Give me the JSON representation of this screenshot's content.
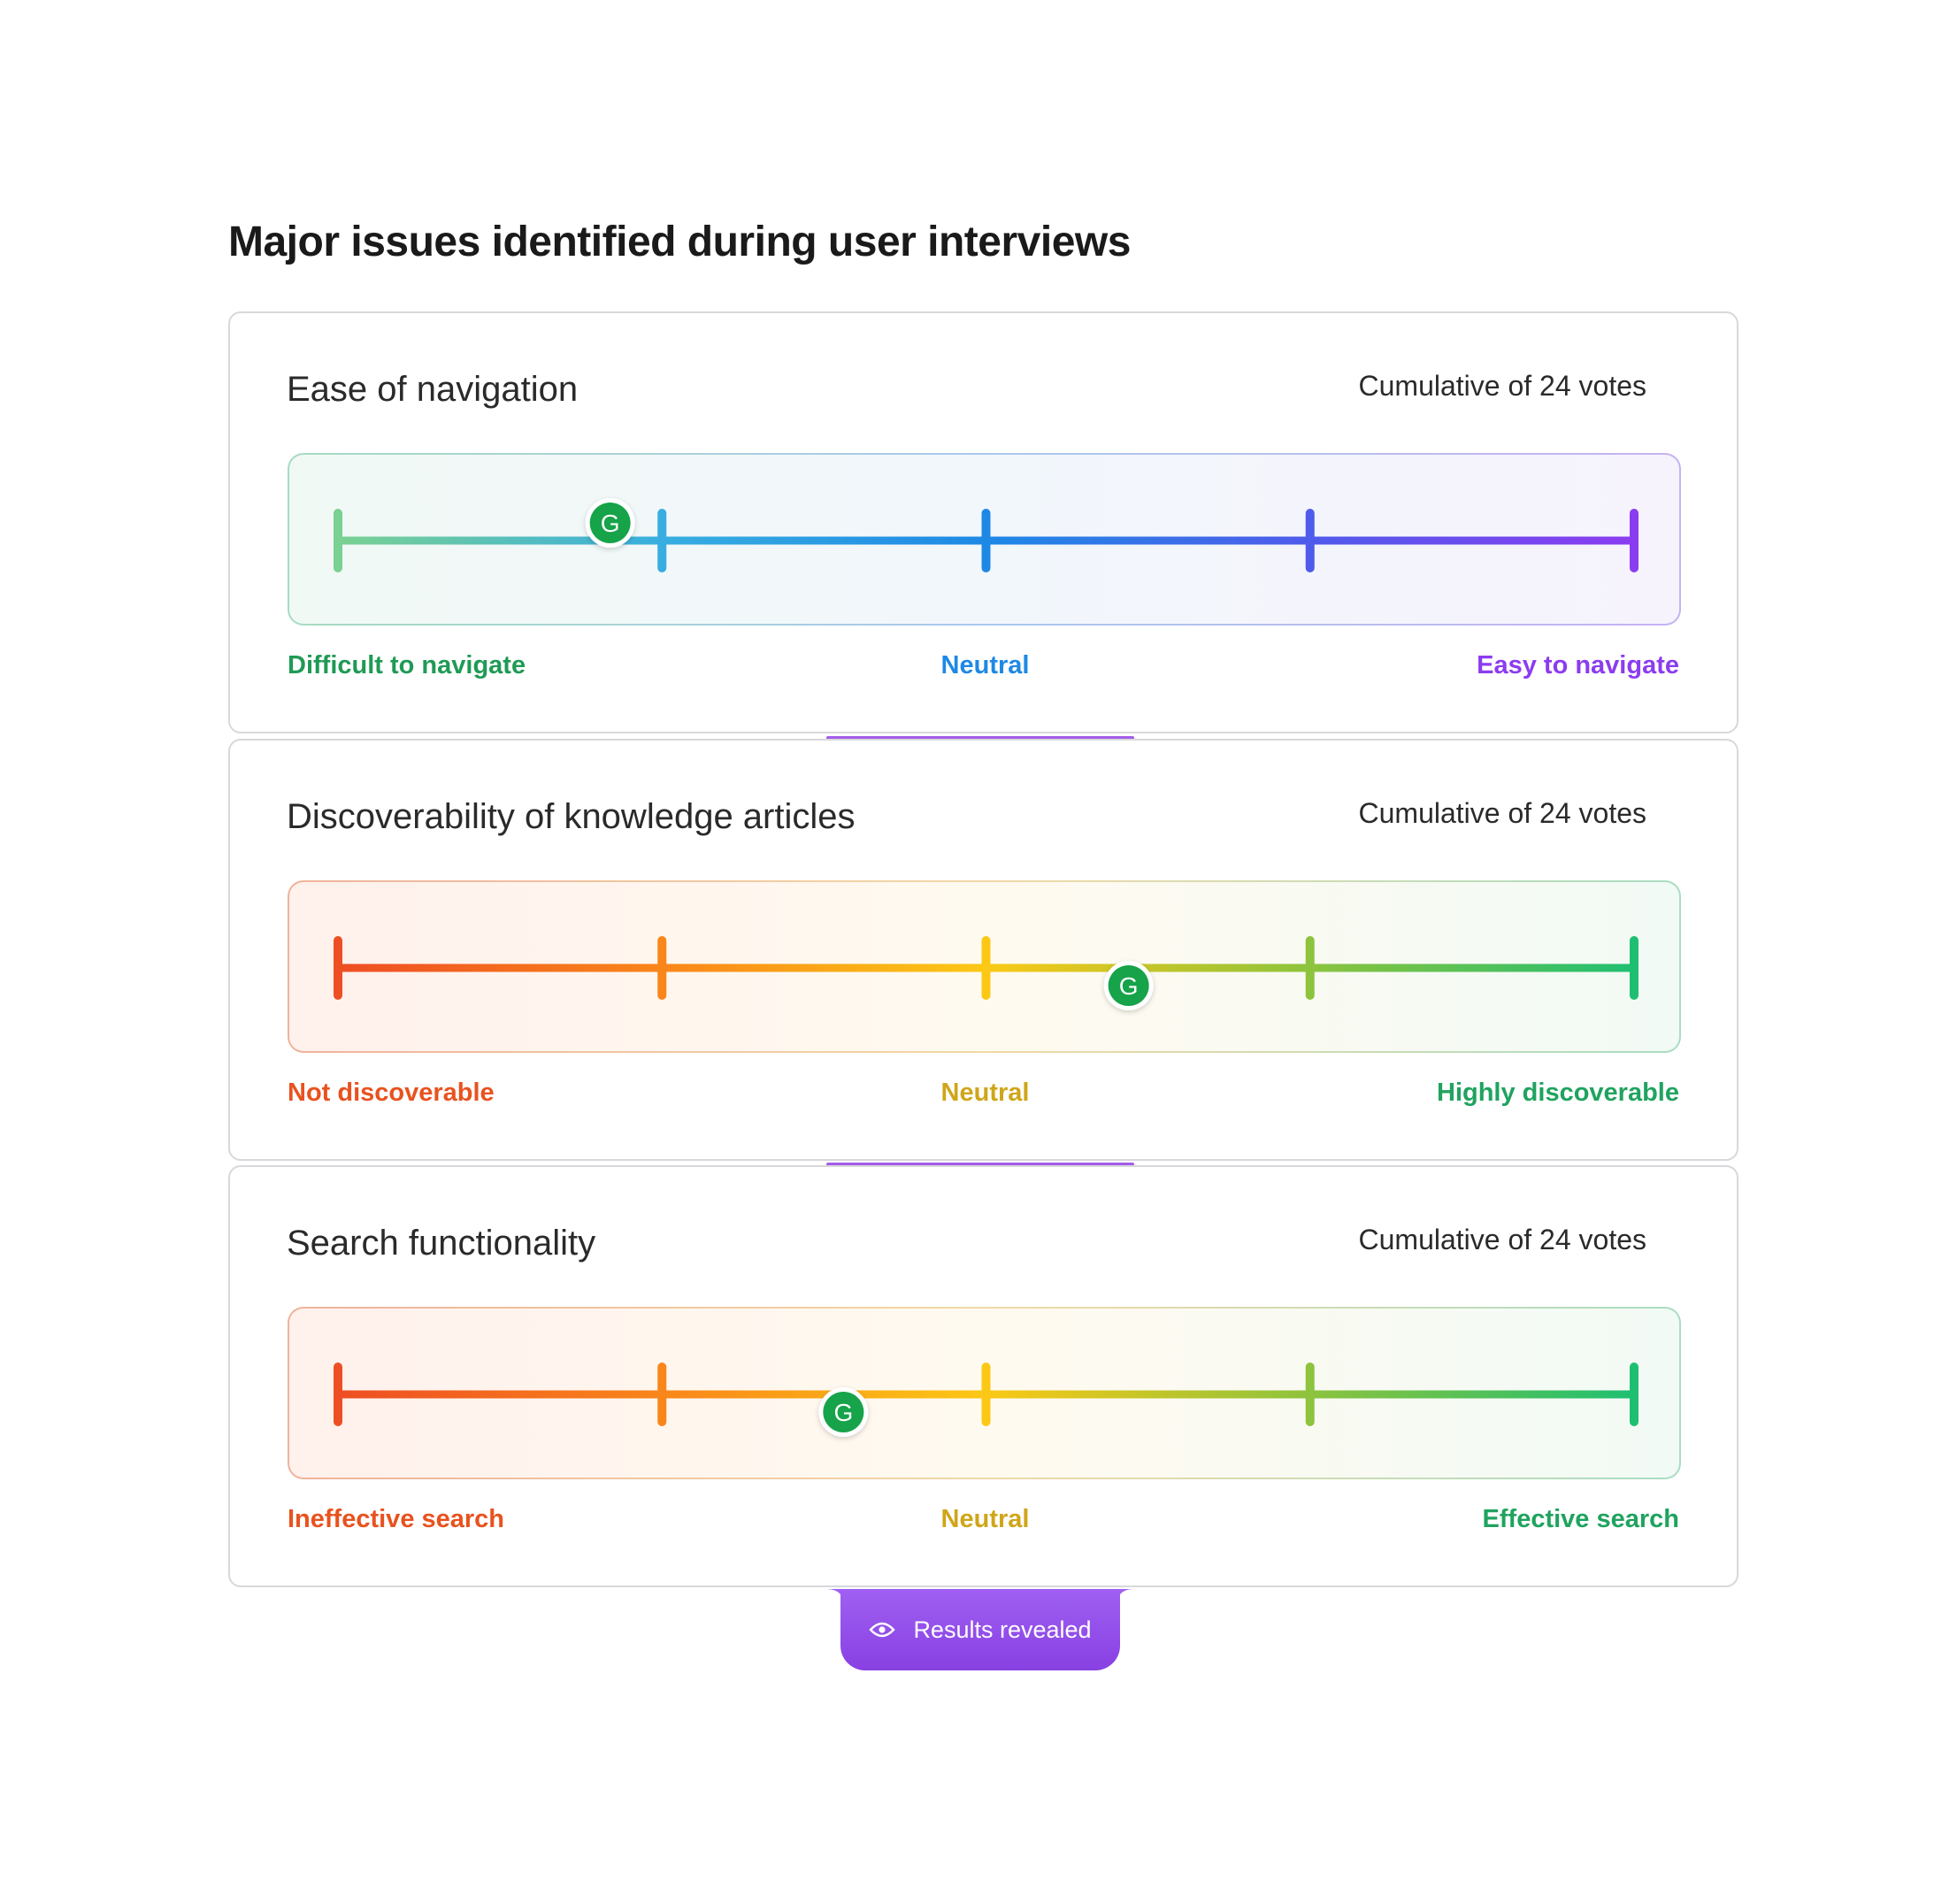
{
  "title": "Major issues identified during user interviews",
  "results_label": "Results revealed",
  "results_icon": "eye-icon",
  "marker_letter": "G",
  "colors": {
    "marker": "#16a34a",
    "accent": "#9c55ea"
  },
  "scales": [
    {
      "name": "Ease of navigation",
      "votes_label": "Cumulative of 24 votes",
      "left_label": "Difficult to navigate",
      "mid_label": "Neutral",
      "right_label": "Easy to navigate",
      "left_color": "#1f9a55",
      "mid_color": "#1e88e5",
      "right_color": "#8b3cf0",
      "gradient": [
        "#7ad192",
        "#38aee0",
        "#1e88e5",
        "#4f5bea",
        "#8b3cf0"
      ],
      "bg_gradient": [
        "#f1f9f5",
        "#f2f7fc",
        "#f6f3fd"
      ],
      "border_gradient": [
        "#a7dcc1",
        "#a9c8ef",
        "#c6b2f2"
      ],
      "value": 0.21,
      "marker_above": true
    },
    {
      "name": "Discoverability of knowledge articles",
      "votes_label": "Cumulative of 24 votes",
      "left_label": "Not discoverable",
      "mid_label": "Neutral",
      "right_label": "Highly discoverable",
      "left_color": "#e8521f",
      "mid_color": "#cfa61a",
      "right_color": "#20a35f",
      "gradient": [
        "#ee4e23",
        "#f9861a",
        "#fbc815",
        "#8dc33d",
        "#1fbf72"
      ],
      "bg_gradient": [
        "#fff1ec",
        "#fffaf0",
        "#f2faf5"
      ],
      "border_gradient": [
        "#f0b29b",
        "#f2d9a6",
        "#a9ddc2"
      ],
      "value": 0.61,
      "marker_above": false
    },
    {
      "name": "Search functionality",
      "votes_label": "Cumulative of 24 votes",
      "left_label": "Ineffective search",
      "mid_label": "Neutral",
      "right_label": "Effective search",
      "left_color": "#e8521f",
      "mid_color": "#cfa61a",
      "right_color": "#20a35f",
      "gradient": [
        "#ee4e23",
        "#f9861a",
        "#fbc815",
        "#8dc33d",
        "#1fbf72"
      ],
      "bg_gradient": [
        "#fff1ec",
        "#fffaf0",
        "#f2faf5"
      ],
      "border_gradient": [
        "#f0b29b",
        "#f2d9a6",
        "#a9ddc2"
      ],
      "value": 0.39,
      "marker_above": false
    }
  ]
}
